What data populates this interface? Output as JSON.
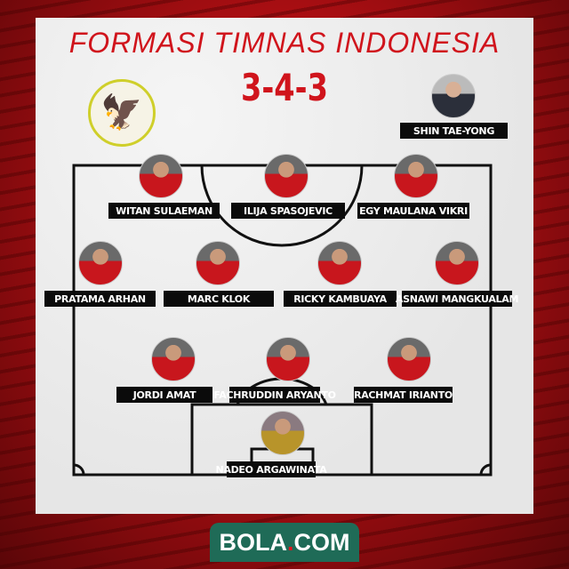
{
  "title": "FORMASI TIMNAS INDONESIA",
  "formation": "3-4-3",
  "coach": {
    "name": "SHIN TAE-YONG"
  },
  "players": [
    {
      "name": "WITAN SULAEMAN"
    },
    {
      "name": "ILIJA SPASOJEVIC"
    },
    {
      "name": "EGY MAULANA VIKRI"
    },
    {
      "name": "PRATAMA ARHAN"
    },
    {
      "name": "MARC KLOK"
    },
    {
      "name": "RICKY KAMBUAYA"
    },
    {
      "name": "ASNAWI MANGKUALAM"
    },
    {
      "name": "JORDI AMAT"
    },
    {
      "name": "FACHRUDDIN ARYANTO"
    },
    {
      "name": "RACHMAT IRIANTO"
    },
    {
      "name": "NADEO ARGAWINATA"
    }
  ],
  "logo": {
    "part1": "BOLA",
    "dot": ".",
    "part2": "COM"
  },
  "colors": {
    "accent": "#d0141c",
    "brand": "#1f6b57"
  }
}
